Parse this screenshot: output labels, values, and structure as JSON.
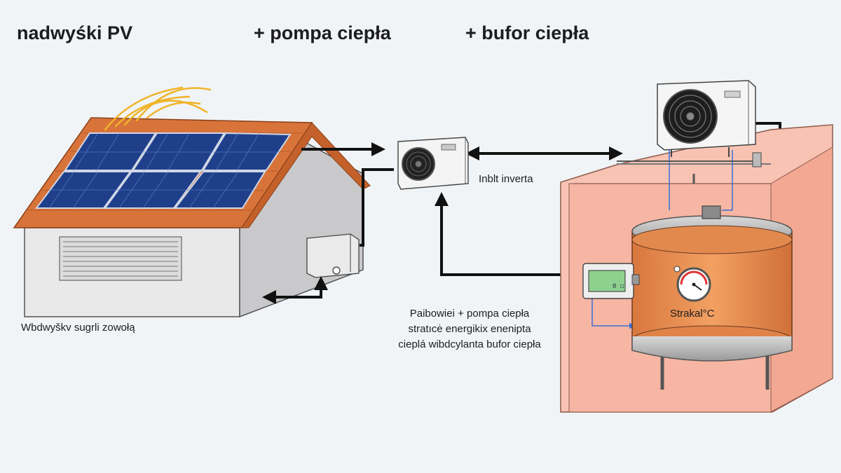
{
  "header": {
    "term1": "nadwyśki PV",
    "term2": "+  pompa ciepła",
    "term3": "+  bufor ciepła"
  },
  "labels": {
    "house_caption": "Wbdwyškv sugrli zowołą",
    "inverter_caption": "Inblt inverta",
    "tank_label": "Strakal°C",
    "note_lines": [
      "Paibowiei + pompa ciepła",
      "stratıcė energikix enenipta",
      "cieplá wibdcylanta bufor ciepła"
    ]
  },
  "colors": {
    "roof": "#d8733a",
    "panel": "#1f3f8a",
    "tank": "#ee9557",
    "enclosure": "#f9c3b3",
    "arrow": "#111111",
    "pipe_blue": "#3a6fd6",
    "sun_rays": "#f0b429"
  },
  "icons": {
    "sun": "sun-rays-icon",
    "fan": "fan-icon",
    "gauge": "thermometer-gauge-icon"
  }
}
